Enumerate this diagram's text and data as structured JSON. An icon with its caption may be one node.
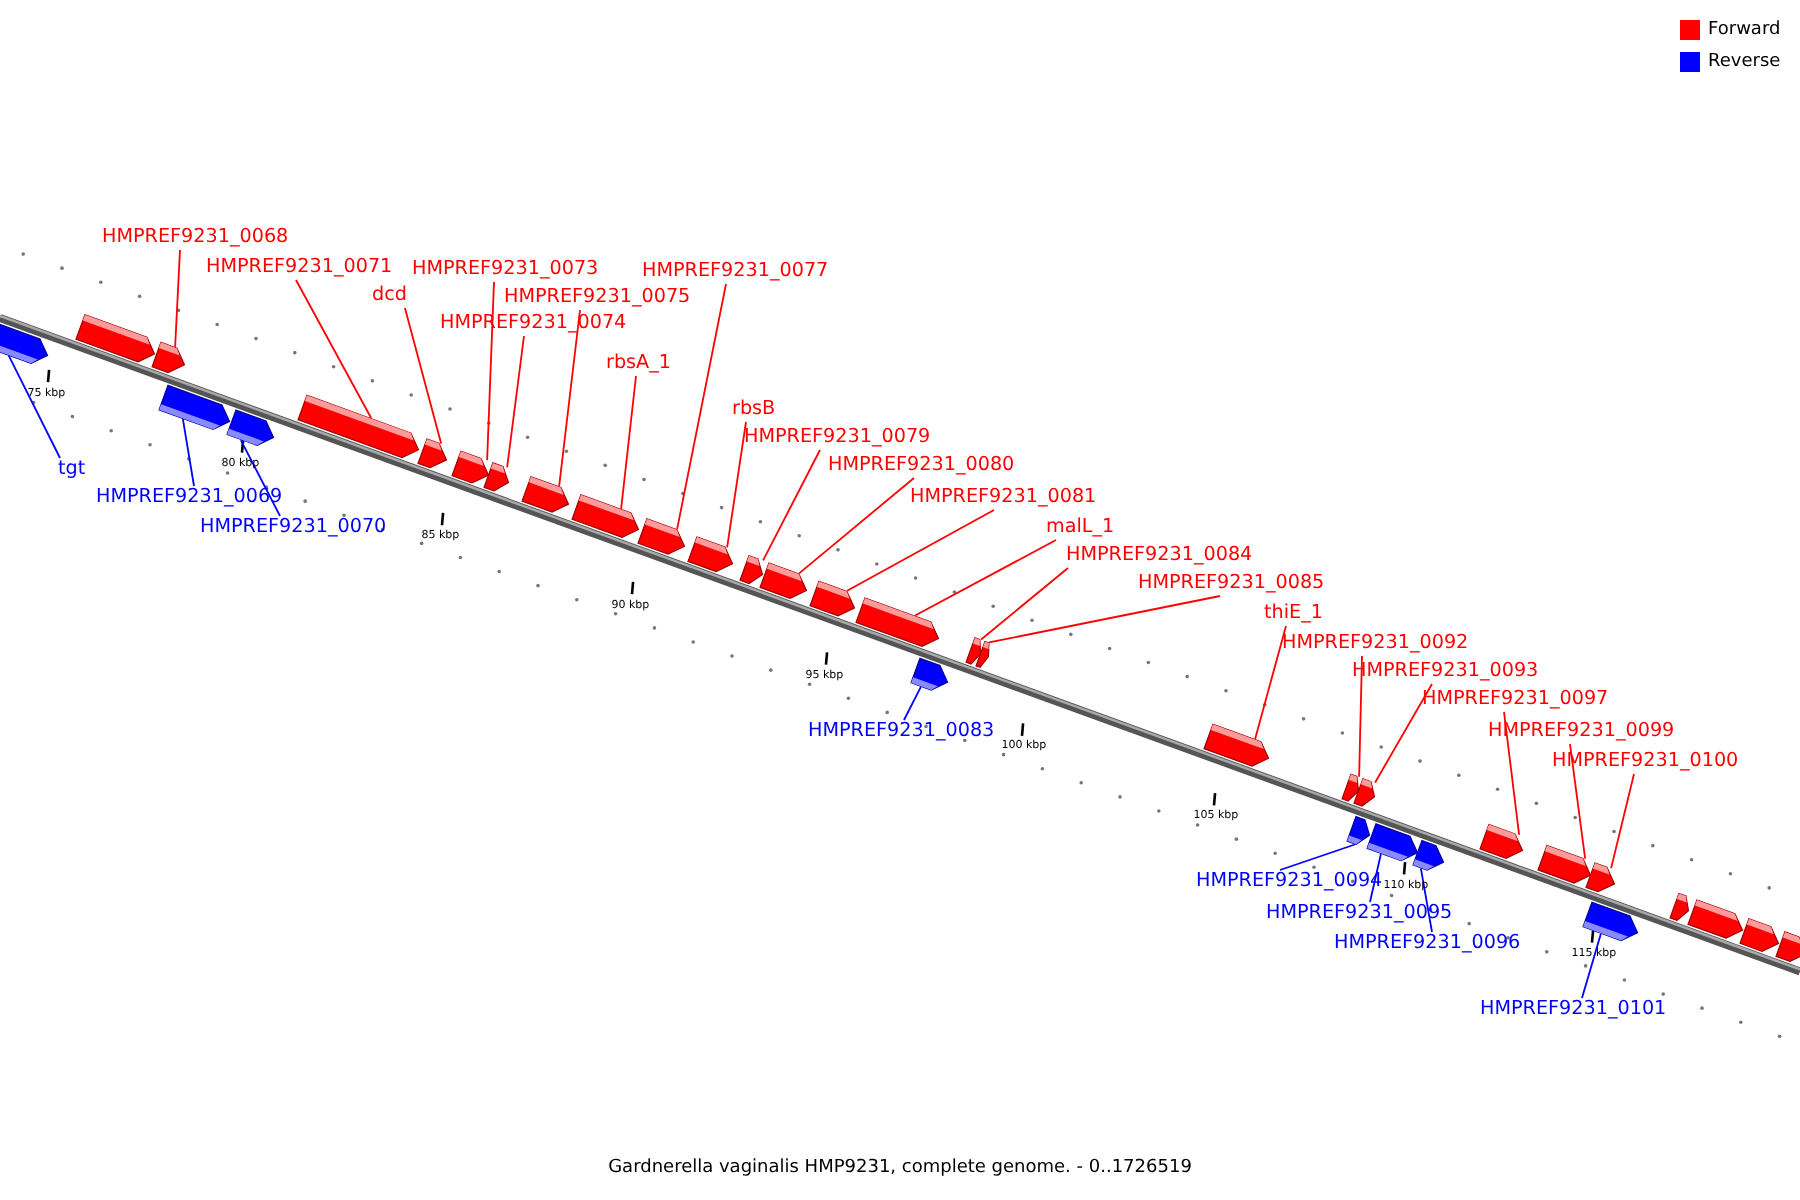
{
  "diagram": {
    "caption": "Gardnerella vaginalis HMP9231, complete genome. - 0..1726519",
    "nodes": [
      {
        "text": [
          "HMPREF9231_0068"
        ]
      },
      {
        "text": [],
        "shape": "box"
      },
      {
        "text": [
          "HMPREF9231_0071"
        ]
      },
      {
        "text": [],
        "shape": "box"
      },
      {
        "text": [
          "dcd"
        ]
      },
      {
        "text": [],
        "shape": "box"
      },
      {
        "text": [
          "HMPREF9231_0073"
        ]
      },
      {
        "text": [],
        "shape": "box"
      },
      {
        "text": [
          "HMPREF9231_0075"
        ]
      },
      {
        "text": [],
        "shape": "box"
      },
      {
        "text": [
          "HMPREF9231_0074"
        ]
      },
      {
        "text": [],
        "shape": "box"
      },
      {
        "text": [
          "HMPREF9231_0077"
        ]
      },
      {
        "text": [],
        "shape": "box"
      },
      {
        "text": [
          "rbsA_1"
        ]
      },
      {
        "text": [],
        "shape": "box"
      },
      {
        "text": [
          "rbsB"
        ]
      },
      {
        "text": [],
        "shape": "box"
      },
      {
        "text": [
          "HMPREF9231_0079"
        ]
      },
      {
        "text": [],
        "shape": "box"
      },
      {
        "text": [
          "HMPREF9231_0080"
        ]
      },
      {
        "text": [],
        "shape": "box"
      },
      {
        "text": [
          "HMPREF9231_0081"
        ]
      },
      {
        "text": [],
        "shape": "box"
      },
      {
        "text": [
          "malL_1"
        ]
      },
      {
        "text": [],
        "shape": "box"
      },
      {
        "text": [
          "HMPREF9231_0084"
        ]
      },
      {
        "text": [],
        "shape": "box"
      },
      {
        "text": [
          "HMPREF9231_0085"
        ]
      },
      {
        "text": [],
        "shape": "box"
      },
      {
        "text": [
          "thiE_1"
        ]
      },
      {
        "text": [],
        "shape": "box"
      },
      {
        "text": [
          "HMPREF9231_0092"
        ]
      },
      {
        "text": [],
        "shape": "box"
      },
      {
        "text": [
          "HMPREF9231_0093"
        ]
      },
      {
        "text": [],
        "shape": "box"
      },
      {
        "text": [
          "HMPREF9231_0097"
        ]
      },
      {
        "text": [],
        "shape": "box"
      },
      {
        "text": [
          "HMPREF9231_0099"
        ]
      },
      {
        "text": [],
        "shape": "box"
      },
      {
        "text": [
          "HMPREF9231_0100"
        ]
      },
      {
        "text": [],
        "shape": "box"
      },
      {
        "text": [
          "tgt"
        ]
      },
      {
        "text": [],
        "shape": "box"
      },
      {
        "text": [
          "HMPREF9231_0069"
        ]
      },
      {
        "text": [],
        "shape": "box"
      },
      {
        "text": [
          "HMPREF9231_0070"
        ]
      },
      {
        "text": [],
        "shape": "box"
      },
      {
        "text": [
          "HMPREF9231_0083"
        ]
      },
      {
        "text": [],
        "shape": "box"
      },
      {
        "text": [
          "HMPREF9231_0094"
        ]
      },
      {
        "text": [],
        "shape": "box"
      },
      {
        "text": [
          "HMPREF9231_0095"
        ]
      },
      {
        "text": [],
        "shape": "box"
      },
      {
        "text": [
          "HMPREF9231_0096"
        ]
      },
      {
        "text": [],
        "shape": "box"
      },
      {
        "text": [
          "HMPREF9231_0101"
        ]
      },
      {
        "text": [],
        "shape": "box"
      },
      {
        "text": [],
        "shape": "box"
      },
      {
        "text": [],
        "shape": "box"
      },
      {
        "text": [],
        "shape": "box"
      },
      {
        "text": [],
        "shape": "box"
      },
      {
        "text": [],
        "shape": "box"
      }
    ],
    "edges": [
      {
        "from": 0,
        "to": 1,
        "arrow": "none"
      },
      {
        "from": 2,
        "to": 3,
        "arrow": "none"
      },
      {
        "from": 4,
        "to": 5,
        "arrow": "none"
      },
      {
        "from": 6,
        "to": 7,
        "arrow": "none"
      },
      {
        "from": 8,
        "to": 9,
        "arrow": "none"
      },
      {
        "from": 10,
        "to": 11,
        "arrow": "none"
      },
      {
        "from": 12,
        "to": 13,
        "arrow": "none"
      },
      {
        "from": 14,
        "to": 15,
        "arrow": "none"
      },
      {
        "from": 16,
        "to": 17,
        "arrow": "none"
      },
      {
        "from": 18,
        "to": 19,
        "arrow": "none"
      },
      {
        "from": 20,
        "to": 21,
        "arrow": "none"
      },
      {
        "from": 22,
        "to": 23,
        "arrow": "none"
      },
      {
        "from": 24,
        "to": 25,
        "arrow": "none"
      },
      {
        "from": 26,
        "to": 27,
        "arrow": "none"
      },
      {
        "from": 28,
        "to": 29,
        "arrow": "none"
      },
      {
        "from": 30,
        "to": 31,
        "arrow": "none"
      },
      {
        "from": 32,
        "to": 33,
        "arrow": "none"
      },
      {
        "from": 34,
        "to": 35,
        "arrow": "none"
      },
      {
        "from": 36,
        "to": 37,
        "arrow": "none"
      },
      {
        "from": 38,
        "to": 39,
        "arrow": "none"
      },
      {
        "from": 40,
        "to": 41,
        "arrow": "none"
      },
      {
        "from": 42,
        "to": 43,
        "arrow": "none",
        "color": "#0000ff"
      },
      {
        "from": 44,
        "to": 45,
        "arrow": "none",
        "color": "#0000ff"
      },
      {
        "from": 46,
        "to": 47,
        "arrow": "none",
        "color": "#0000ff"
      },
      {
        "from": 48,
        "to": 49,
        "arrow": "none",
        "color": "#0000ff"
      },
      {
        "from": 50,
        "to": 51,
        "arrow": "none",
        "color": "#0000ff"
      },
      {
        "from": 52,
        "to": 53,
        "arrow": "none",
        "color": "#0000ff"
      },
      {
        "from": 54,
        "to": 55,
        "arrow": "none",
        "color": "#0000ff"
      },
      {
        "from": 56,
        "to": 57,
        "arrow": "none",
        "color": "#0000ff"
      }
    ],
    "labels": [
      "75 kbp",
      "80 kbp",
      "85 kbp",
      "90 kbp",
      "95 kbp",
      "100 kbp",
      "105 kbp",
      "110 kbp",
      "115 kbp"
    ],
    "legend": [
      {
        "text": "Forward",
        "color": "#ff0000"
      },
      {
        "text": "Reverse",
        "color": "#0000ff"
      }
    ]
  }
}
